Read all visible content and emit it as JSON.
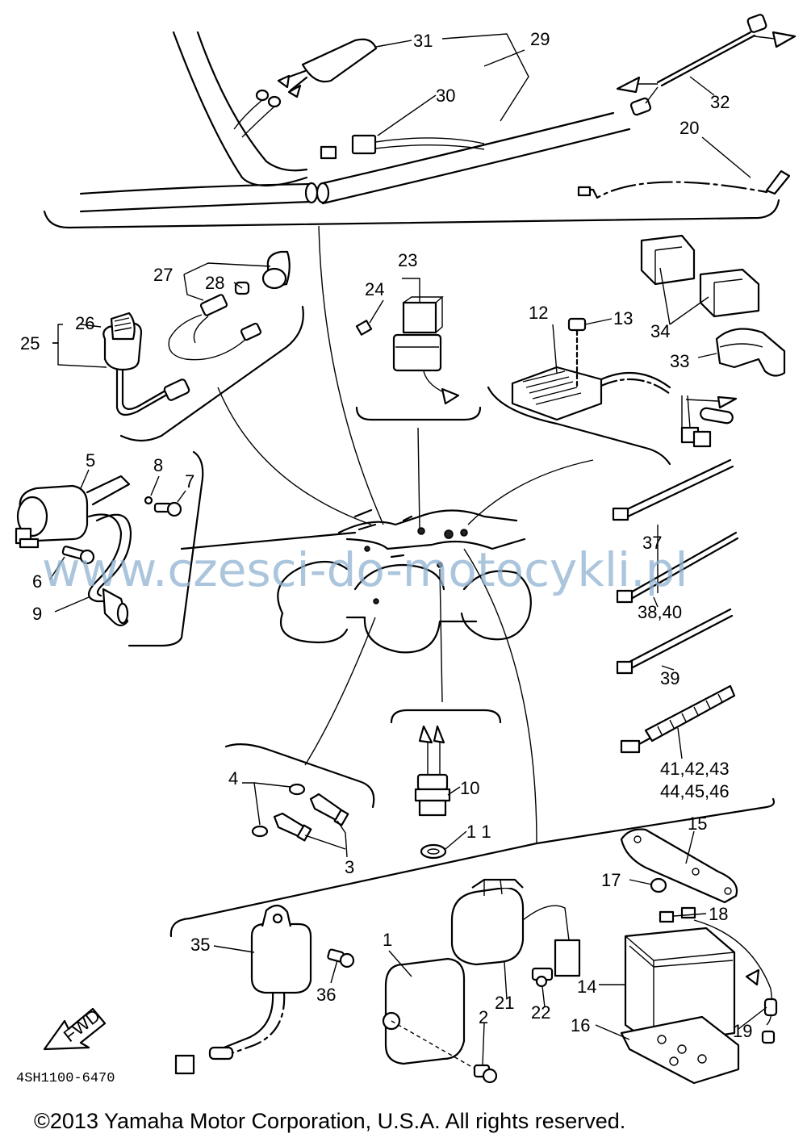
{
  "diagram": {
    "labels": {
      "l1": "1",
      "l2": "2",
      "l3": "3",
      "l4": "4",
      "l5": "5",
      "l6": "6",
      "l7": "7",
      "l8": "8",
      "l9": "9",
      "l10": "10",
      "l11": "1 1",
      "l12": "12",
      "l13": "13",
      "l14": "14",
      "l15": "15",
      "l16": "16",
      "l17": "17",
      "l18": "18",
      "l19": "19",
      "l20": "20",
      "l21": "21",
      "l22": "22",
      "l23": "23",
      "l24": "24",
      "l25": "25",
      "l26": "26",
      "l27": "27",
      "l28": "28",
      "l29": "29",
      "l30": "30",
      "l31": "31",
      "l32": "32",
      "l33": "33",
      "l34": "34",
      "l35": "35",
      "l36": "36",
      "l37": "37",
      "l38_40": "38,40",
      "l39": "39",
      "l41_43": "41,42,43",
      "l44_46": "44,45,46"
    },
    "fwd": "FWD",
    "code": "4SH1100-6470",
    "watermark": "www.czesci-do-motocykli.pl",
    "copyright": "©2013 Yamaha Motor Corporation, U.S.A. All rights reserved."
  }
}
